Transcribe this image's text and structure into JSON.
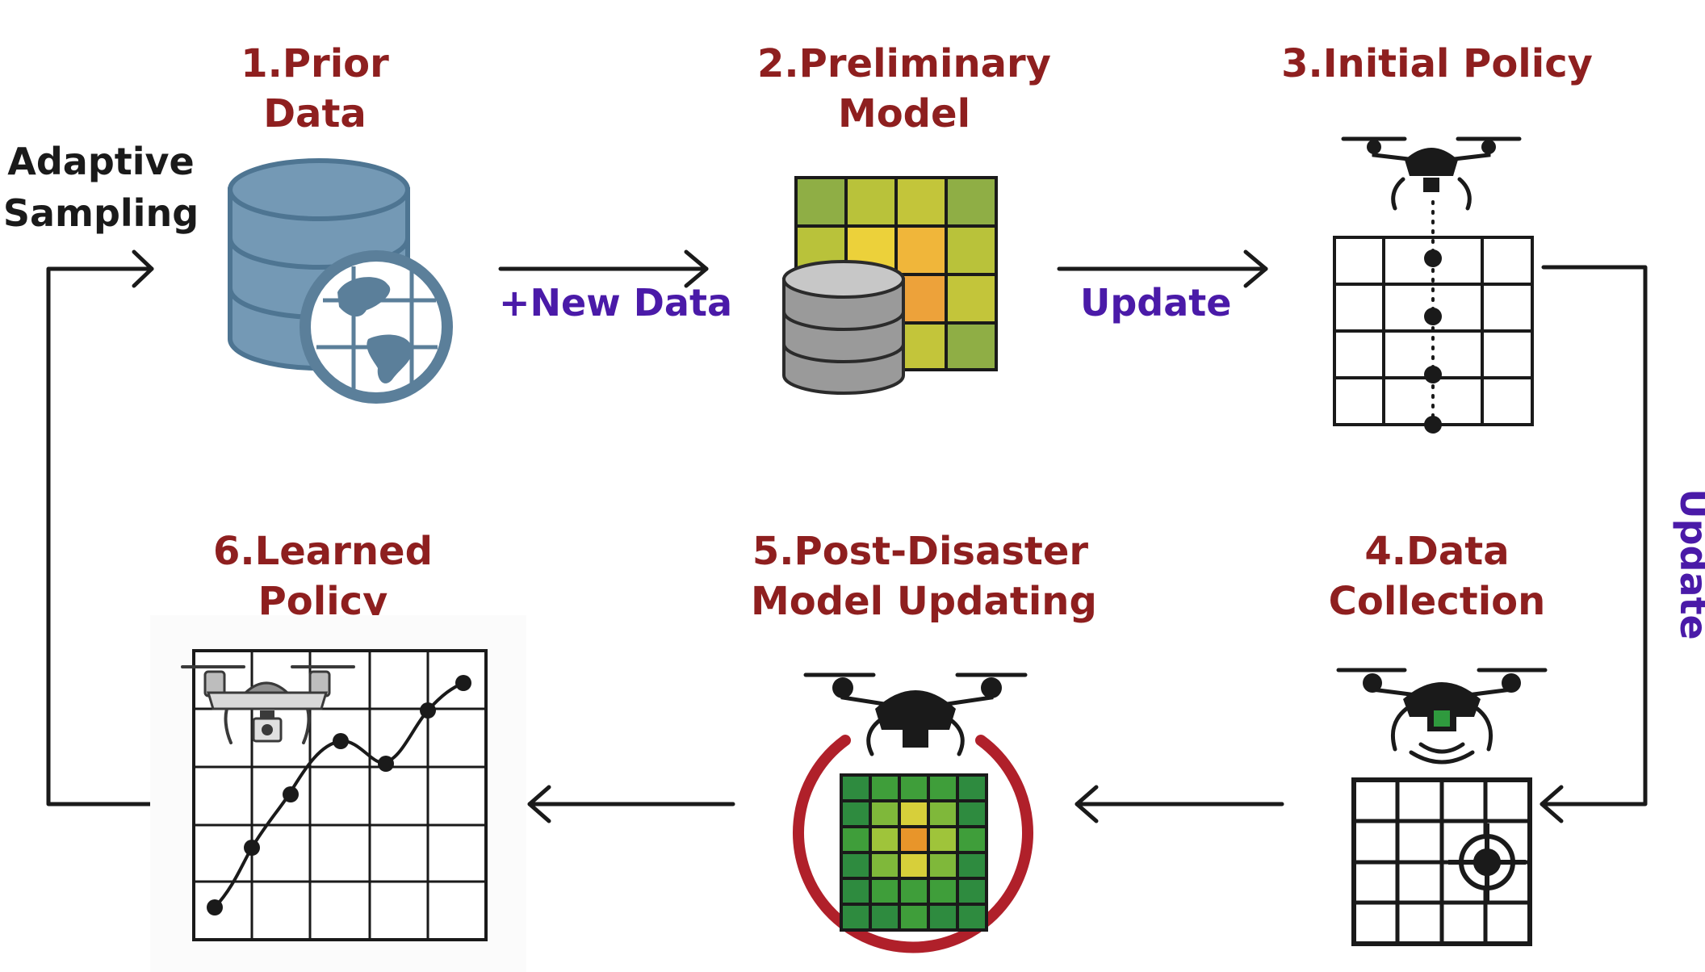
{
  "steps": {
    "s1": {
      "line1": "1.Prior",
      "line2": "Data"
    },
    "s2": {
      "line1": "2.Preliminary",
      "line2": "Model"
    },
    "s3": {
      "line1": "3.Initial Policy"
    },
    "s4": {
      "line1": "4.Data",
      "line2": "Collection"
    },
    "s5": {
      "line1": "5.Post-Disaster",
      "line2": "Model Updating"
    },
    "s6": {
      "line1": "6.Learned",
      "line2": "Policy"
    }
  },
  "labels": {
    "new_data": "+New Data",
    "update_top": "Update",
    "update_side": "Update",
    "adaptive_l1": "Adaptive",
    "adaptive_l2": "Sampling"
  },
  "colors": {
    "step_title": "#8e1f1f",
    "arrow_label": "#4a1aa8",
    "database_blue": "#6f97b3",
    "database_gray": "#9a9a9a",
    "ring_red": "#b0202a"
  }
}
